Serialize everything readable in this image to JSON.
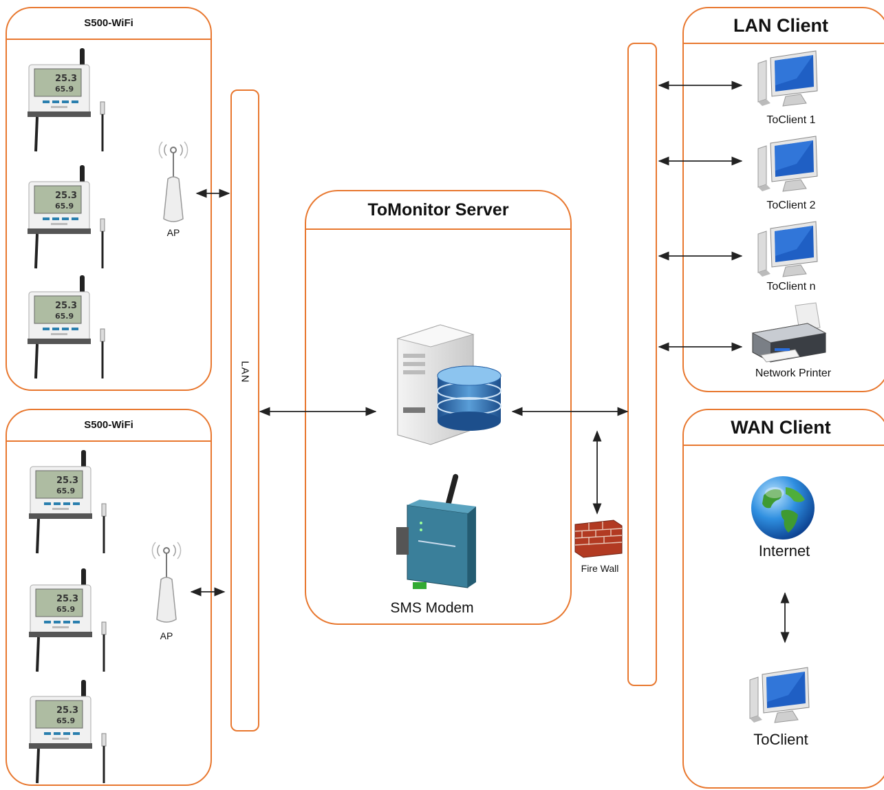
{
  "groups": [
    {
      "title": "S500-WiFi",
      "device_count": 3,
      "ap_label": "AP"
    },
    {
      "title": "S500-WiFi",
      "device_count": 3,
      "ap_label": "AP"
    }
  ],
  "lan_bus_label": "LAN",
  "server": {
    "title": "ToMonitor Server",
    "modem_label": "SMS Modem"
  },
  "firewall_label": "Fire Wall",
  "lan_client": {
    "title": "LAN Client",
    "items": [
      "ToClient 1",
      "ToClient 2",
      "ToClient n",
      "Network Printer"
    ]
  },
  "wan_client": {
    "title": "WAN Client",
    "internet_label": "Internet",
    "client_label": "ToClient"
  },
  "colors": {
    "accent": "#e8772e",
    "arrow": "#222222",
    "screen": "#1f5fc4"
  }
}
